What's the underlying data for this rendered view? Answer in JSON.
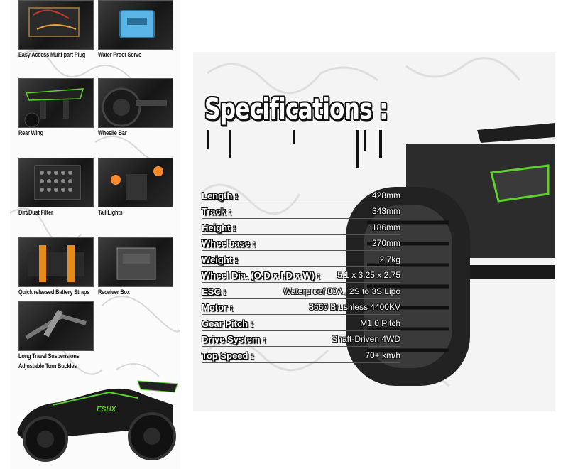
{
  "features": [
    {
      "label": "Easy Access Multi-part Plug"
    },
    {
      "label": "Water Proof Servo"
    },
    {
      "label": "Rear Wing"
    },
    {
      "label": "Wheelie Bar"
    },
    {
      "label": "Dirt/Dust Filter"
    },
    {
      "label": "Tail Lights"
    },
    {
      "label": "Quick released Battery Straps"
    },
    {
      "label": "Receiver Box"
    },
    {
      "label": "Long Travel Suspensions"
    },
    {
      "label": "Adjustable Turn Buckles"
    }
  ],
  "car_badge": "ESHX",
  "specs": {
    "title": "Specifications :",
    "rows": [
      {
        "label": "Length :",
        "value": "428mm"
      },
      {
        "label": "Track :",
        "value": "343mm"
      },
      {
        "label": "Height :",
        "value": "186mm"
      },
      {
        "label": "Wheelbase :",
        "value": "270mm"
      },
      {
        "label": "Weight :",
        "value": "2.7kg"
      },
      {
        "label": "Wheel Dia. (O.D x I.D x W) :",
        "value": "5.1 x 3.25 x 2.75"
      },
      {
        "label": "ESC :",
        "value": "Waterproof 80A , 2S to 3S Lipo"
      },
      {
        "label": "Motor :",
        "value": "3660 Brushless 4400KV"
      },
      {
        "label": "Gear Pitch :",
        "value": "M1.0 Pitch"
      },
      {
        "label": "Drive System :",
        "value": "Shaft-Driven 4WD"
      },
      {
        "label": "Top Speed :",
        "value": "70+ km/h"
      }
    ]
  },
  "colors": {
    "accent_green": "#5fd12e",
    "body_dark": "#1a1a1a"
  }
}
